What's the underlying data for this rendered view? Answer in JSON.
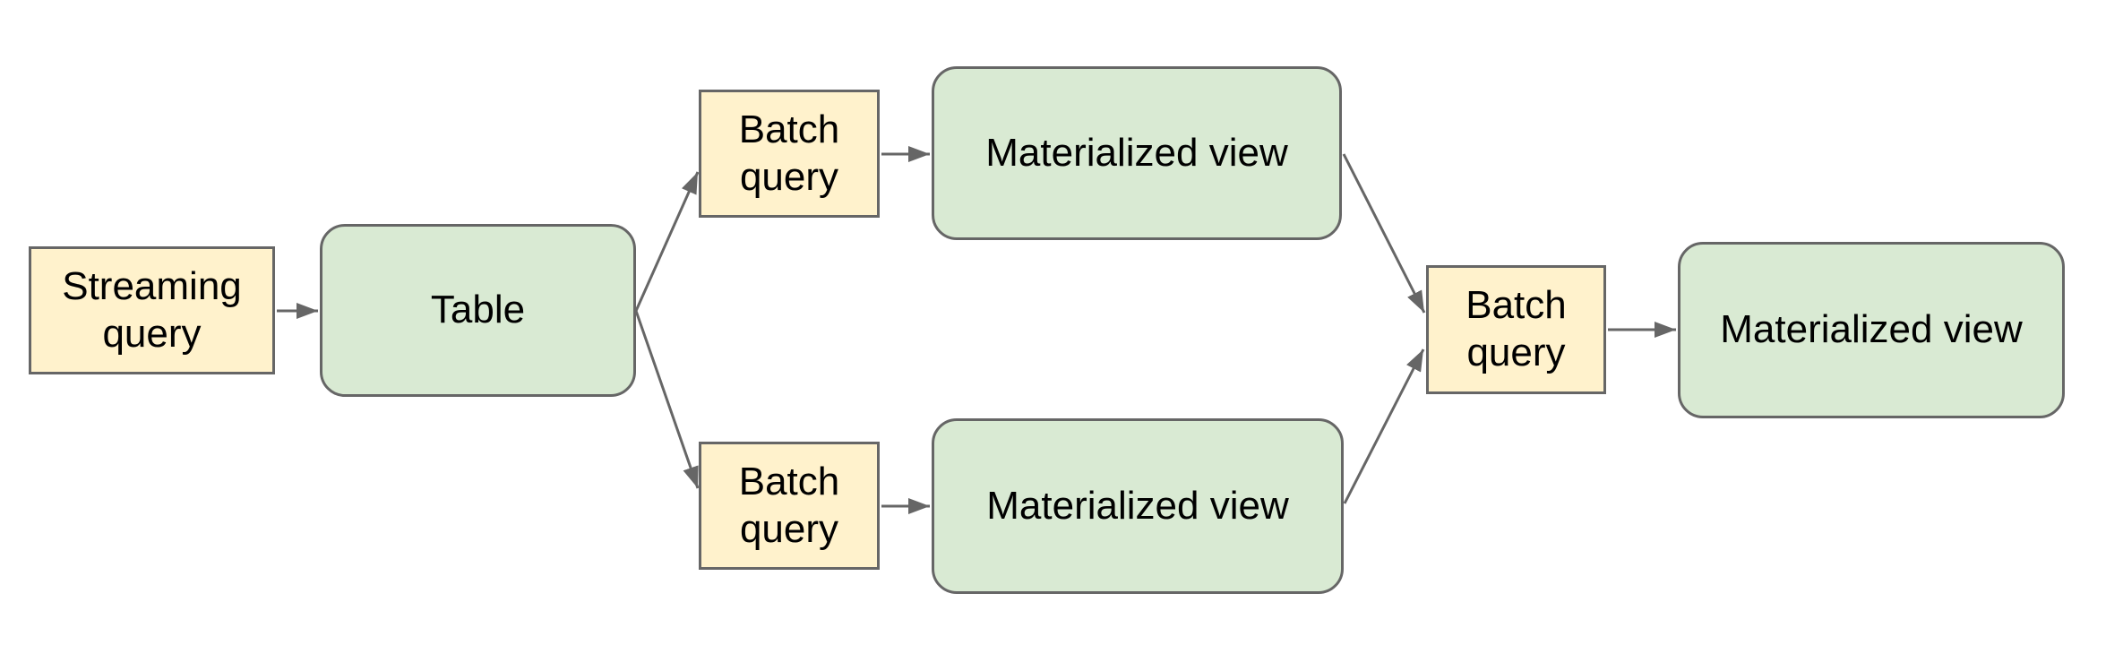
{
  "diagram": {
    "background_color": "#ffffff",
    "colors": {
      "query_box_fill": "#fff2cc",
      "storage_box_fill": "#d9ead3",
      "border": "#666666",
      "arrow": "#666666",
      "text": "#000000"
    },
    "nodes": [
      {
        "id": "streaming-query",
        "label": "Streaming query",
        "shape": "rect",
        "fill": "#fff2cc"
      },
      {
        "id": "table",
        "label": "Table",
        "shape": "rounded",
        "fill": "#d9ead3"
      },
      {
        "id": "batch-query-top",
        "label": "Batch query",
        "shape": "rect",
        "fill": "#fff2cc"
      },
      {
        "id": "materialized-view-top",
        "label": "Materialized view",
        "shape": "rounded",
        "fill": "#d9ead3"
      },
      {
        "id": "batch-query-bottom",
        "label": "Batch query",
        "shape": "rect",
        "fill": "#fff2cc"
      },
      {
        "id": "materialized-view-bottom",
        "label": "Materialized view",
        "shape": "rounded",
        "fill": "#d9ead3"
      },
      {
        "id": "batch-query-center",
        "label": "Batch query",
        "shape": "rect",
        "fill": "#fff2cc"
      },
      {
        "id": "materialized-view-right",
        "label": "Materialized view",
        "shape": "rounded",
        "fill": "#d9ead3"
      }
    ],
    "edges": [
      {
        "from": "streaming-query",
        "to": "table"
      },
      {
        "from": "table",
        "to": "batch-query-top"
      },
      {
        "from": "table",
        "to": "batch-query-bottom"
      },
      {
        "from": "batch-query-top",
        "to": "materialized-view-top"
      },
      {
        "from": "batch-query-bottom",
        "to": "materialized-view-bottom"
      },
      {
        "from": "materialized-view-top",
        "to": "batch-query-center"
      },
      {
        "from": "materialized-view-bottom",
        "to": "batch-query-center"
      },
      {
        "from": "batch-query-center",
        "to": "materialized-view-right"
      }
    ]
  }
}
